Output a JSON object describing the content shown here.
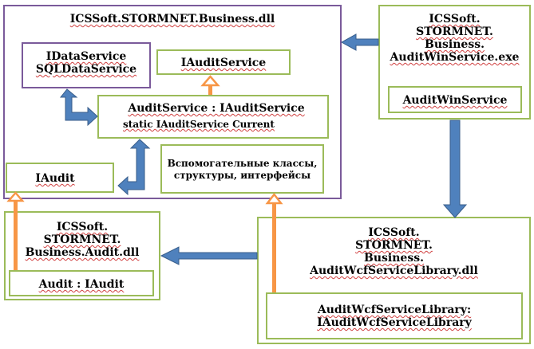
{
  "business_dll": {
    "title": "ICSSoft.STORMNET.Business.dll"
  },
  "data_service": {
    "lines": [
      "IDataService",
      "SQLDataService"
    ]
  },
  "iaudit_service": {
    "label": "IAuditService"
  },
  "audit_service": {
    "line1": "AuditService : IAuditService",
    "line2": "static IAuditService Current"
  },
  "iaudit": {
    "label": "IAudit"
  },
  "helpers": {
    "lines": [
      "Вспомогательные классы,",
      "структуры, интерфейсы"
    ]
  },
  "win_service_exe": {
    "lines": [
      "ICSSoft.",
      "STORMNET.",
      "Business.",
      "AuditWinService.exe"
    ]
  },
  "win_service": {
    "label": "AuditWinService"
  },
  "audit_dll": {
    "lines": [
      "ICSSoft.",
      "STORMNET.",
      "Business.Audit.dll"
    ]
  },
  "audit": {
    "label": "Audit : IAudit"
  },
  "wcf_dll": {
    "lines": [
      "ICSSoft.",
      "STORMNET.",
      "Business.",
      "AuditWcfServiceLibrary.dll"
    ]
  },
  "wcf_lib": {
    "lines": [
      "AuditWcfServiceLibrary:",
      "IAuditWcfServiceLibrary"
    ]
  },
  "colors": {
    "container_border": "#7a5a9a",
    "component_border": "#9bbb59",
    "dependency_arrow": "#4f81bd",
    "inheritance_arrow": "#f79646"
  }
}
